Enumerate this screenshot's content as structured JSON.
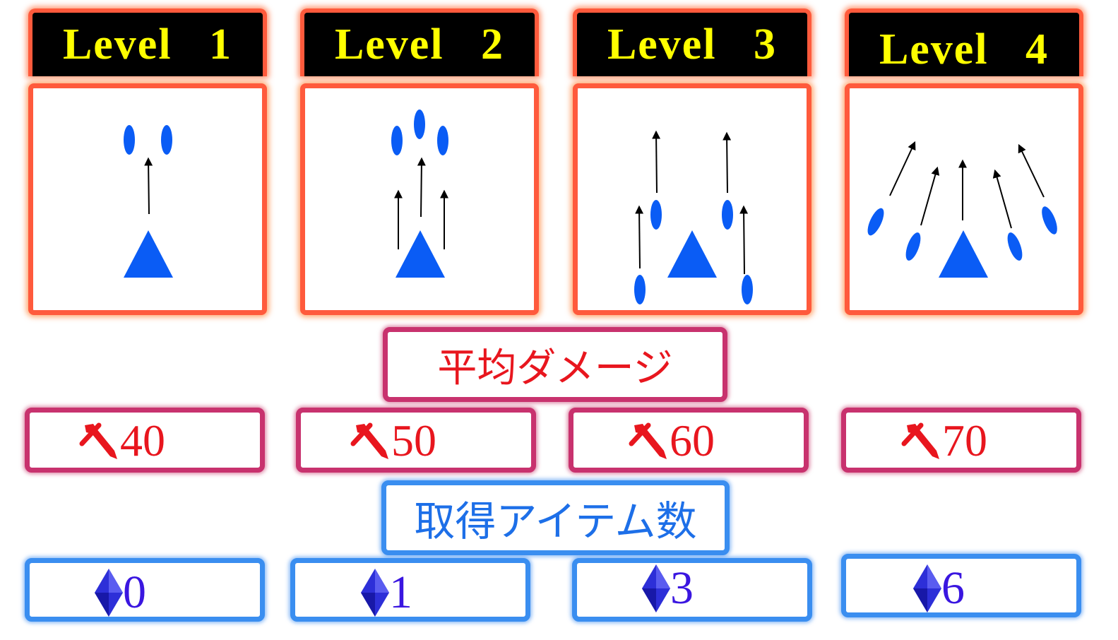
{
  "levels": [
    {
      "title": "Level   1",
      "damage": "40",
      "items": "0"
    },
    {
      "title": "Level   2",
      "damage": "50",
      "items": "1"
    },
    {
      "title": "Level   3",
      "damage": "60",
      "items": "3"
    },
    {
      "title": "Level   4",
      "damage": "70",
      "items": "6"
    }
  ],
  "damage_section": {
    "title": "平均ダメージ",
    "icon": "sword-icon"
  },
  "items_section": {
    "title": "取得アイテム数",
    "icon": "diamond-gem-icon"
  },
  "colors": {
    "header_bg": "#000000",
    "header_text": "#ffff00",
    "card_border": "#ff5a3c",
    "shape_blue": "#0a5cf5",
    "damage_border": "#c8326e",
    "damage_text": "#e8161e",
    "items_border": "#3a8ef0",
    "items_title_text": "#1d6fe8",
    "items_value_text": "#3a16e0"
  }
}
